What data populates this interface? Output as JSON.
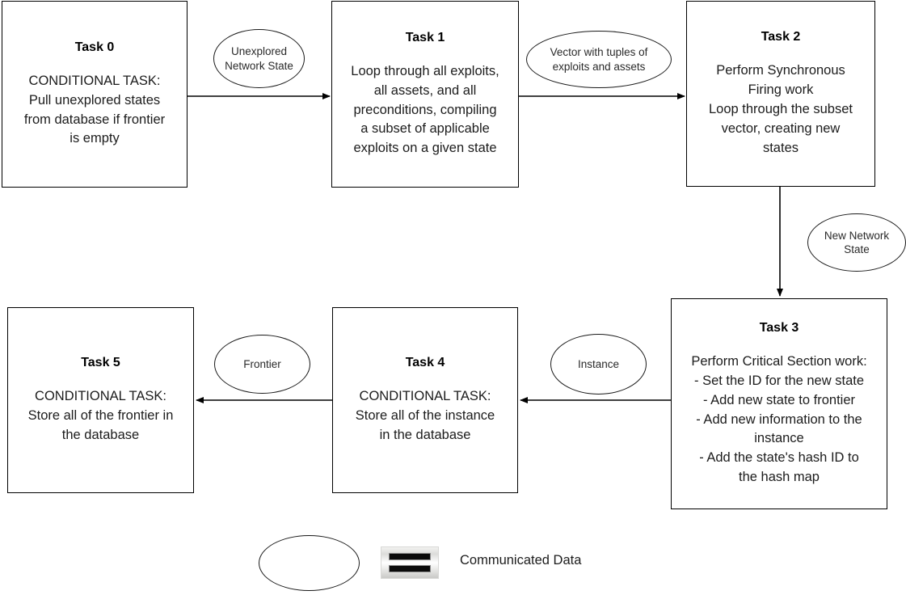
{
  "diagram": {
    "title": "Task pipeline flow diagram",
    "stroke_color": "#000000",
    "background_color": "#ffffff"
  },
  "tasks": [
    {
      "id": "task-0",
      "title": "Task 0",
      "body": "CONDITIONAL TASK:\nPull unexplored states\nfrom database if frontier\nis empty"
    },
    {
      "id": "task-1",
      "title": "Task 1",
      "body": "Loop through all exploits,\nall assets, and all\npreconditions, compiling\na subset of applicable\nexploits on a given state"
    },
    {
      "id": "task-2",
      "title": "Task 2",
      "body": "Perform Synchronous\nFiring work\nLoop through the subset\nvector, creating new\nstates"
    },
    {
      "id": "task-3",
      "title": "Task 3",
      "body": "Perform Critical Section work:\n- Set the ID for the new state\n- Add new state to frontier\n- Add new information to the\ninstance\n- Add the state's hash ID to\nthe hash map"
    },
    {
      "id": "task-4",
      "title": "Task 4",
      "body": "CONDITIONAL TASK:\nStore all of the instance\nin the database"
    },
    {
      "id": "task-5",
      "title": "Task 5",
      "body": "CONDITIONAL TASK:\nStore all of the frontier in\nthe database"
    }
  ],
  "data_labels": [
    {
      "id": "unexplored-network-state",
      "text": "Unexplored\nNetwork State"
    },
    {
      "id": "vector-with-tuples",
      "text": "Vector with tuples of\nexploits and assets"
    },
    {
      "id": "new-network-state",
      "text": "New Network\nState"
    },
    {
      "id": "instance",
      "text": "Instance"
    },
    {
      "id": "frontier",
      "text": "Frontier"
    }
  ],
  "legend": {
    "shape_name": "empty-ellipse",
    "equals_icon_name": "equals-sign-icon",
    "text": "Communicated Data"
  }
}
